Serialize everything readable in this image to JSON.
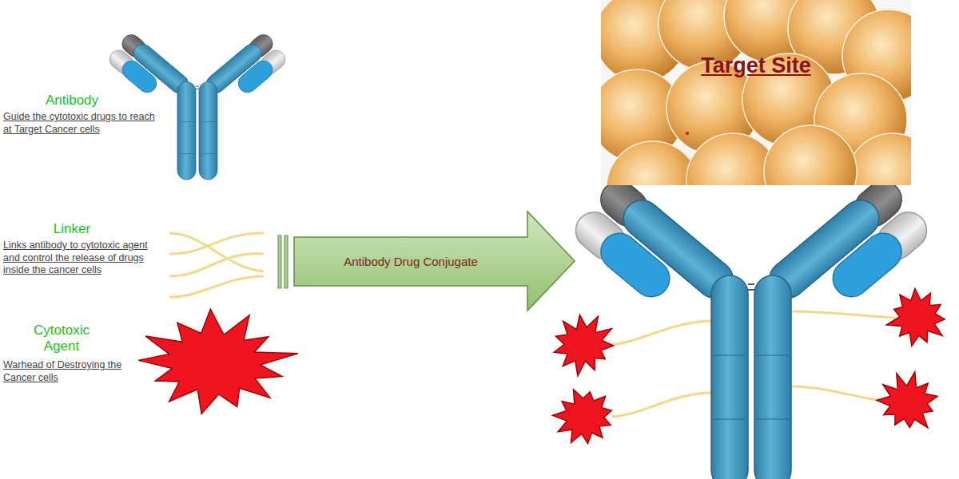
{
  "diagram": {
    "nodes": [
      {
        "text": [
          "Antibody Drug Conjugate"
        ]
      },
      {
        "text": [
          "Target Site"
        ]
      }
    ],
    "labels": [
      "Antibody",
      "Guide the cytotoxic drugs to reach at Target Cancer cells",
      "Linker",
      "Links antibody to cytotoxic agent and control the release of drugs inside the cancer cells",
      "Cytotoxic Agent",
      "Warhead of Destroying the Cancer cells"
    ]
  }
}
